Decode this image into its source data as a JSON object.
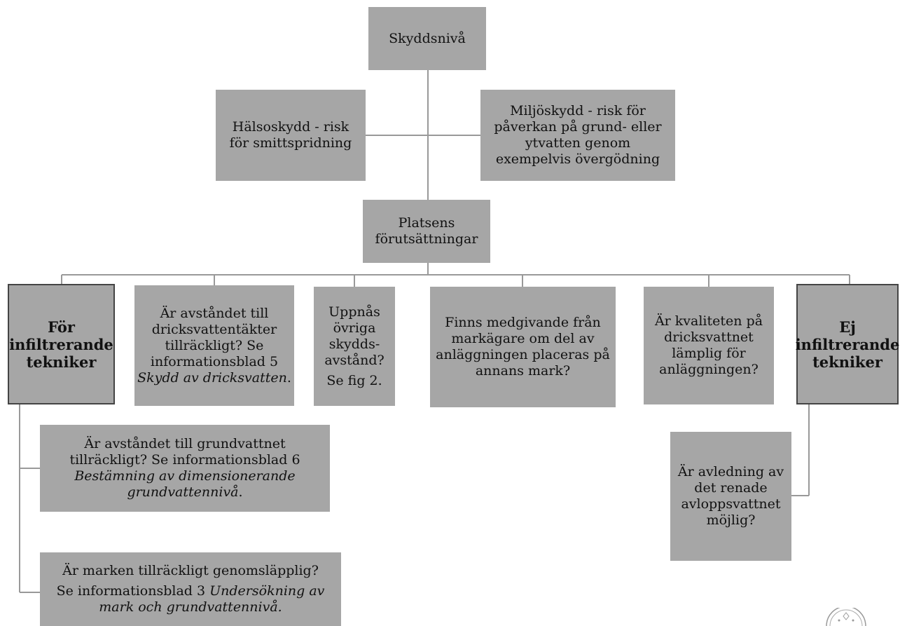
{
  "nodes": {
    "skyddsniva": "Skyddsnivå",
    "halsoskydd": [
      "Hälsoskydd - risk",
      "för smittspridning"
    ],
    "miljoskydd": [
      "Miljöskydd - risk för",
      "påverkan på grund- eller",
      "ytvatten genom",
      "exempelvis övergödning"
    ],
    "platsens": [
      "Platsens",
      "förutsättningar"
    ],
    "for_infiltrerande": [
      "För",
      "infiltrerande",
      "tekniker"
    ],
    "dricksvattentakter": {
      "lines": [
        "Är avståndet till",
        "dricksvattentäkter",
        "tillräckligt?  Se",
        "informationsblad 5"
      ],
      "italic": "Skydd av dricksvatten",
      "suffix": "."
    },
    "skyddsavstand": {
      "lines": [
        "Uppnås",
        "övriga",
        "skydds-",
        "avstånd?"
      ],
      "ref": "Se fig 2."
    },
    "medgivande": [
      "Finns medgivande från",
      "markägare om del av",
      "anläggningen placeras på",
      "annans mark?"
    ],
    "kvalitet": [
      "Är kvaliteten på",
      "dricksvattnet",
      "lämplig för",
      "anläggningen?"
    ],
    "ej_infiltrerande": [
      "Ej",
      "infiltrerande",
      "tekniker"
    ],
    "grundvatten": {
      "lines": [
        "Är avståndet till grundvattnet",
        "tillräckligt? Se informationsblad 6"
      ],
      "italic_lines": [
        "Bestämning av dimensionerande",
        "grundvattennivå"
      ],
      "suffix": "."
    },
    "genomslapplig": {
      "question": "Är marken tillräckligt genomsläpplig?",
      "ref_prefix": "Se informationsblad 3",
      "ref_italic_1": "Undersökning av",
      "ref_italic_2": "mark och grundvattennivå."
    },
    "avledning": [
      "Är avledning av",
      "det renade",
      "avloppsvattnet",
      "möjlig?"
    ]
  },
  "colors": {
    "box_fill": "#a6a6a6",
    "line": "#999999",
    "bold_border": "#444444"
  },
  "icons": {
    "corner_logo": "seal-logo"
  }
}
